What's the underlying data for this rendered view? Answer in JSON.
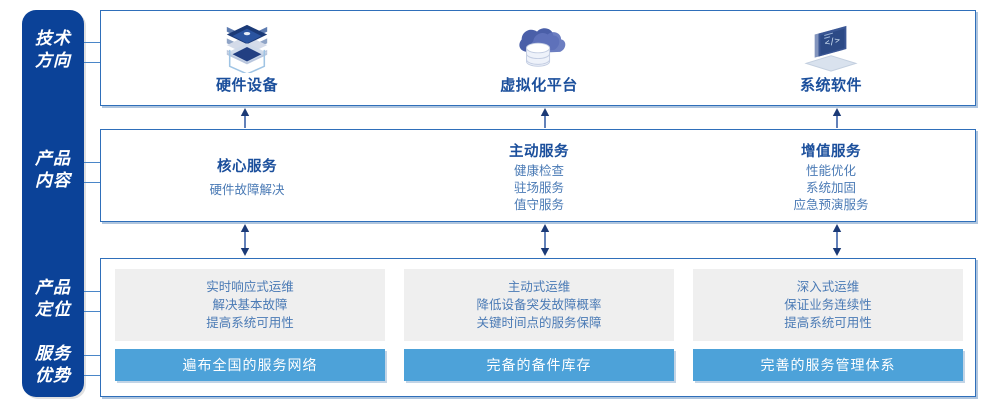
{
  "rail": {
    "labels": [
      {
        "name": "tech-direction",
        "lines": [
          "技术",
          "方向"
        ]
      },
      {
        "name": "product-content",
        "lines": [
          "产品",
          "内容"
        ]
      },
      {
        "name": "product-position",
        "lines": [
          "产品",
          "定位"
        ]
      },
      {
        "name": "service-advantage",
        "lines": [
          "服务",
          "优势"
        ]
      }
    ]
  },
  "tech": {
    "columns": [
      {
        "icon": "server-stack-icon",
        "title": "硬件设备"
      },
      {
        "icon": "cloud-database-icon",
        "title": "虚拟化平台"
      },
      {
        "icon": "laptop-code-icon",
        "title": "系统软件"
      }
    ]
  },
  "content": {
    "columns": [
      {
        "title": "核心服务",
        "items": [
          "硬件故障解决"
        ]
      },
      {
        "title": "主动服务",
        "items": [
          "健康检查",
          "驻场服务",
          "值守服务"
        ]
      },
      {
        "title": "增值服务",
        "items": [
          "性能优化",
          "系统加固",
          "应急预演服务"
        ]
      }
    ]
  },
  "positioning": {
    "cards": [
      {
        "lines": [
          "实时响应式运维",
          "解决基本故障",
          "提高系统可用性"
        ]
      },
      {
        "lines": [
          "主动式运维",
          "降低设备突发故障概率",
          "关键时间点的服务保障"
        ]
      },
      {
        "lines": [
          "深入式运维",
          "保证业务连续性",
          "提高系统可用性"
        ]
      }
    ]
  },
  "advantages": {
    "bars": [
      {
        "label": "遍布全国的服务网络"
      },
      {
        "label": "完备的备件库存"
      },
      {
        "label": "完善的服务管理体系"
      }
    ]
  },
  "colors": {
    "rail_blue": "#0b4298",
    "panel_border": "#2f6fba",
    "title_blue": "#1b4f9c",
    "body_blue": "#4a7ab5",
    "bar_blue": "#4da2d9",
    "card_gray": "#efefef",
    "connector_blue": "#4a86c8"
  }
}
